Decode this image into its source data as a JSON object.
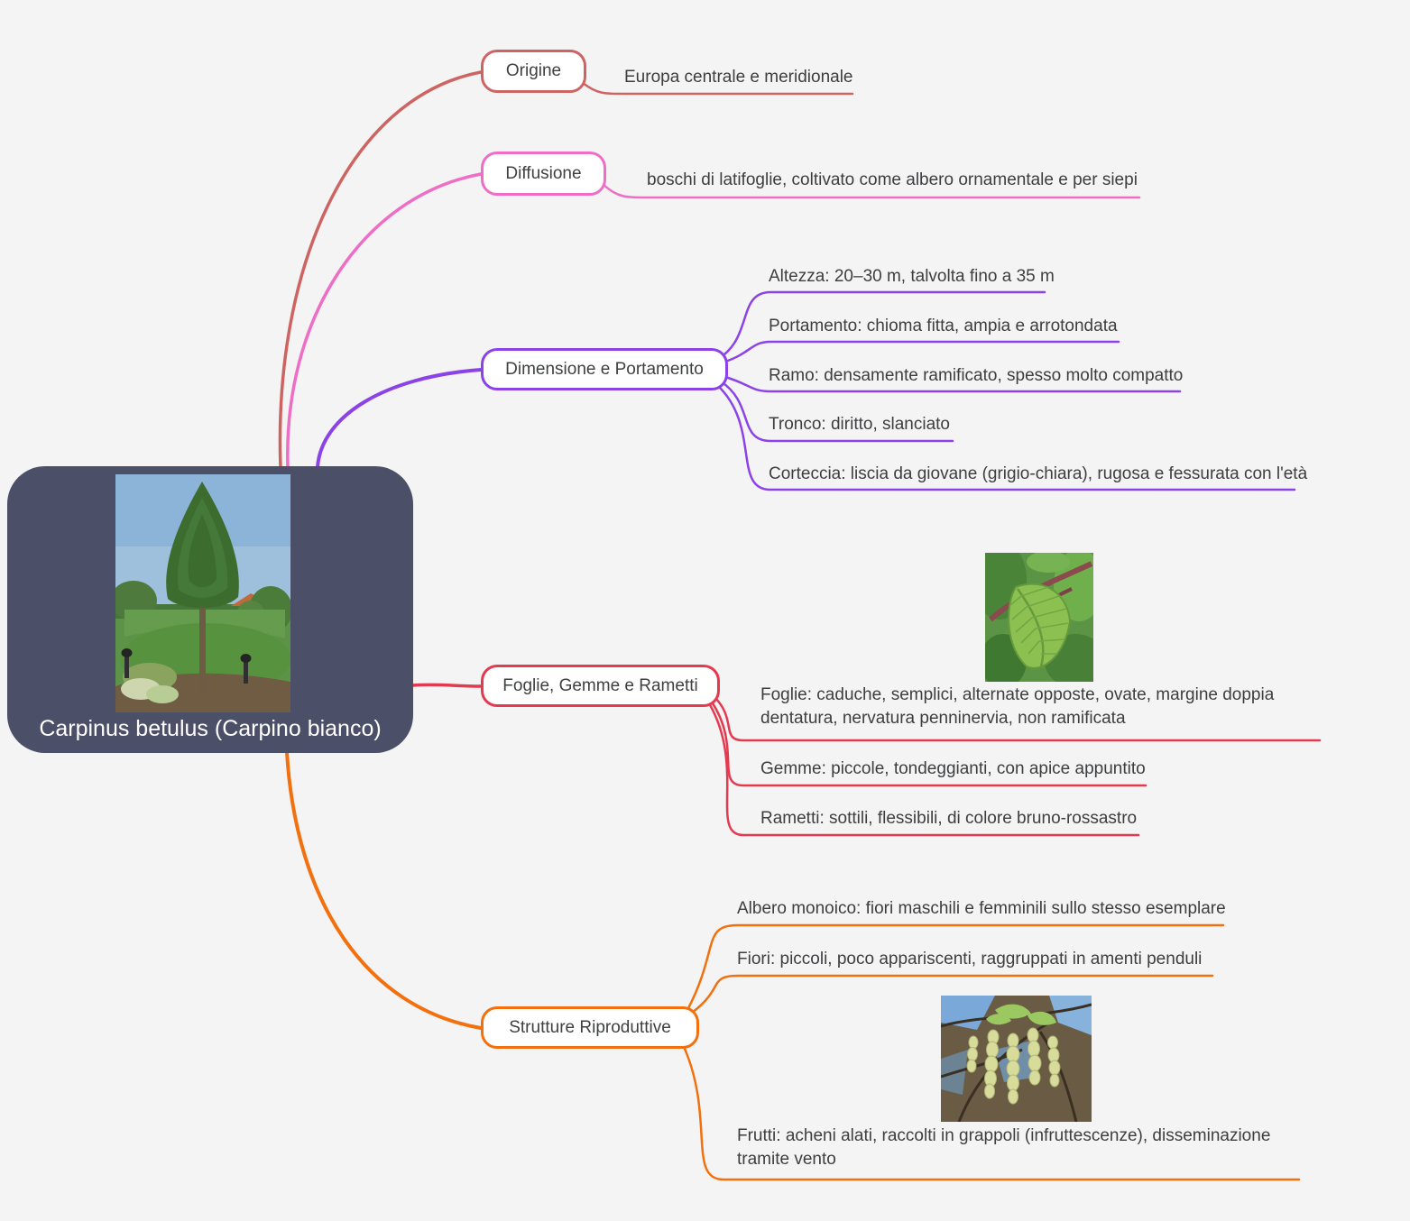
{
  "background_color": "#f5f4f4",
  "central": {
    "title": "Carpinus betulus (Carpino bianco)",
    "bg": "#4b4f68",
    "text_color": "#ffffff",
    "photo": "tree-photo"
  },
  "branches": [
    {
      "id": "origine",
      "label": "Origine",
      "color": "#cd6462",
      "leaves": [
        {
          "text": "Europa centrale e meridionale"
        }
      ]
    },
    {
      "id": "diffusione",
      "label": "Diffusione",
      "color": "#ee6ec6",
      "leaves": [
        {
          "text": "boschi di latifoglie, coltivato come albero ornamentale e per siepi"
        }
      ]
    },
    {
      "id": "dimensione",
      "label": "Dimensione e Portamento",
      "color": "#8b43e8",
      "leaves": [
        {
          "text": "Altezza: 20–30 m, talvolta fino a 35 m"
        },
        {
          "text": "Portamento: chioma fitta, ampia e arrotondata"
        },
        {
          "text": "Ramo: densamente ramificato, spesso molto compatto"
        },
        {
          "text": "Tronco: diritto, slanciato"
        },
        {
          "text": "Corteccia: liscia da giovane (grigio-chiara), rugosa e fessurata con l'età"
        }
      ]
    },
    {
      "id": "foglie",
      "label": "Foglie, Gemme e Rametti",
      "color": "#e43a50",
      "leaves": [
        {
          "text": "Foglie: caduche, semplici, alternate opposte, ovate, margine doppia dentatura, nervatura penninervia, non ramificata",
          "image": "leaf-photo"
        },
        {
          "text": "Gemme: piccole, tondeggianti, con apice appuntito"
        },
        {
          "text": "Rametti: sottili, flessibili, di colore bruno-rossastro"
        }
      ]
    },
    {
      "id": "strutture",
      "label": "Strutture Riproduttive",
      "color": "#f2700e",
      "leaves": [
        {
          "text": "Albero monoico: fiori maschili e femminili sullo stesso esemplare"
        },
        {
          "text": "Fiori: piccoli, poco appariscenti, raggruppati in amenti penduli"
        },
        {
          "text": "Frutti: acheni alati, raccolti in grappoli (infruttescenze), disseminazione tramite vento",
          "image": "catkins-photo"
        }
      ]
    }
  ]
}
